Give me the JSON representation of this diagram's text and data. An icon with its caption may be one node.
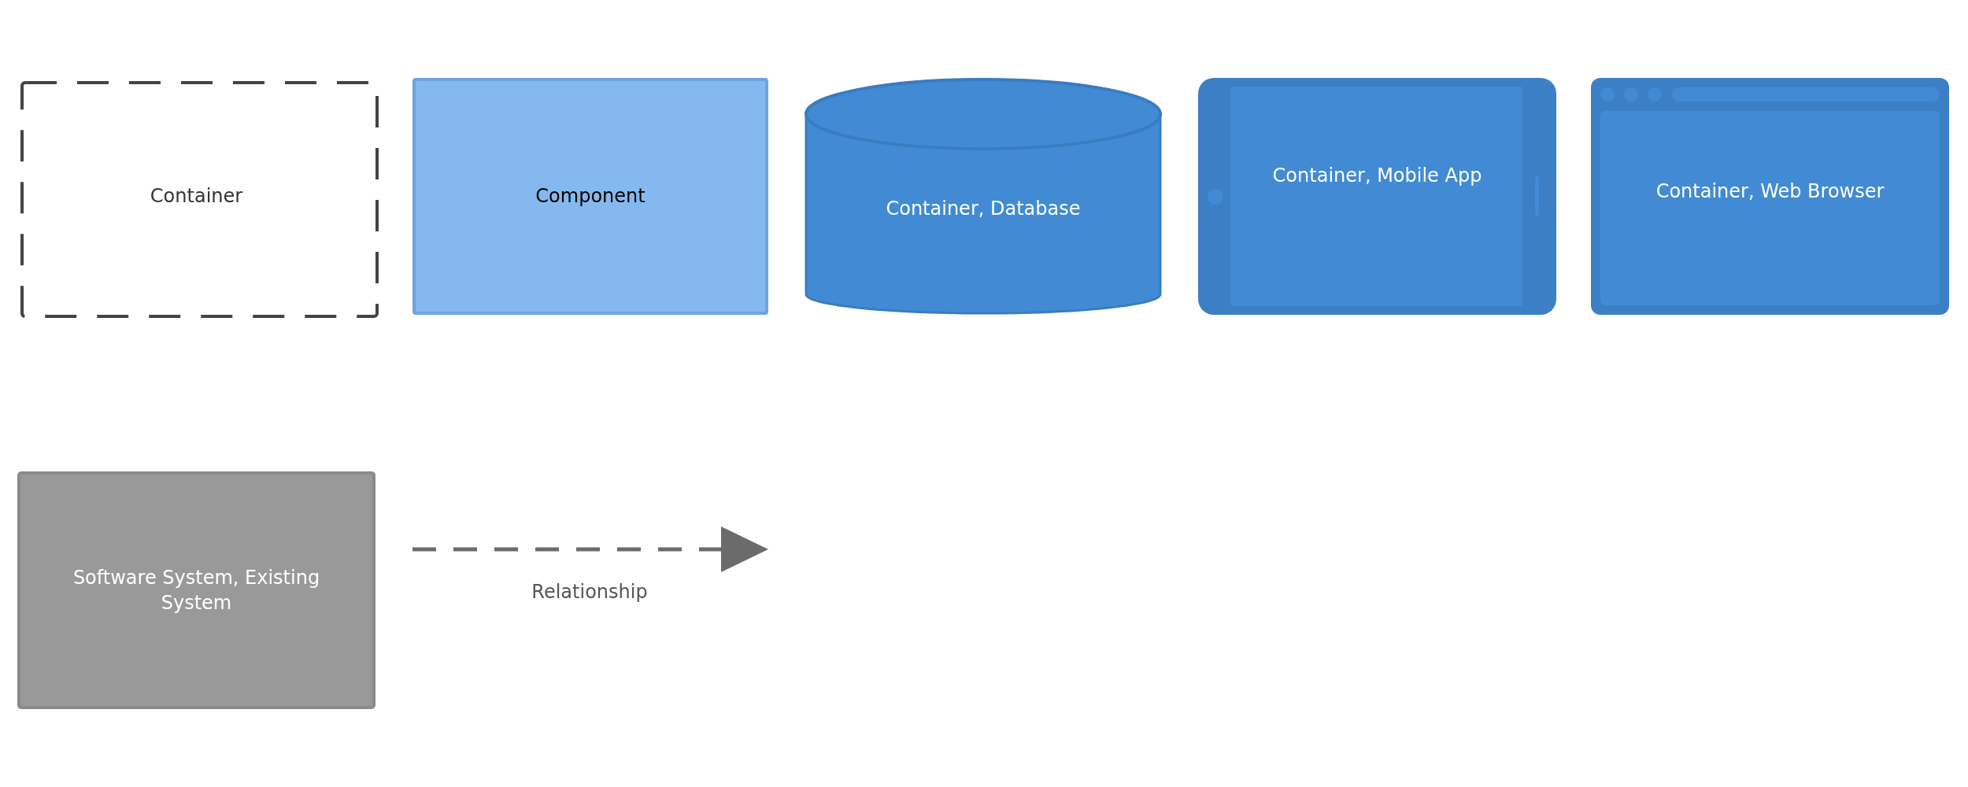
{
  "diagram": {
    "nodes": [
      {
        "text": [
          "Container"
        ]
      },
      {
        "text": [
          "Component"
        ]
      },
      {
        "text": [
          "Container, Database"
        ]
      },
      {
        "text": [
          "Container, Mobile App"
        ]
      },
      {
        "text": [
          "Container, Web Browser"
        ]
      },
      {
        "text": [
          "Software System, Existing System"
        ]
      }
    ],
    "legend": [
      {
        "text": "Relationship"
      }
    ]
  }
}
